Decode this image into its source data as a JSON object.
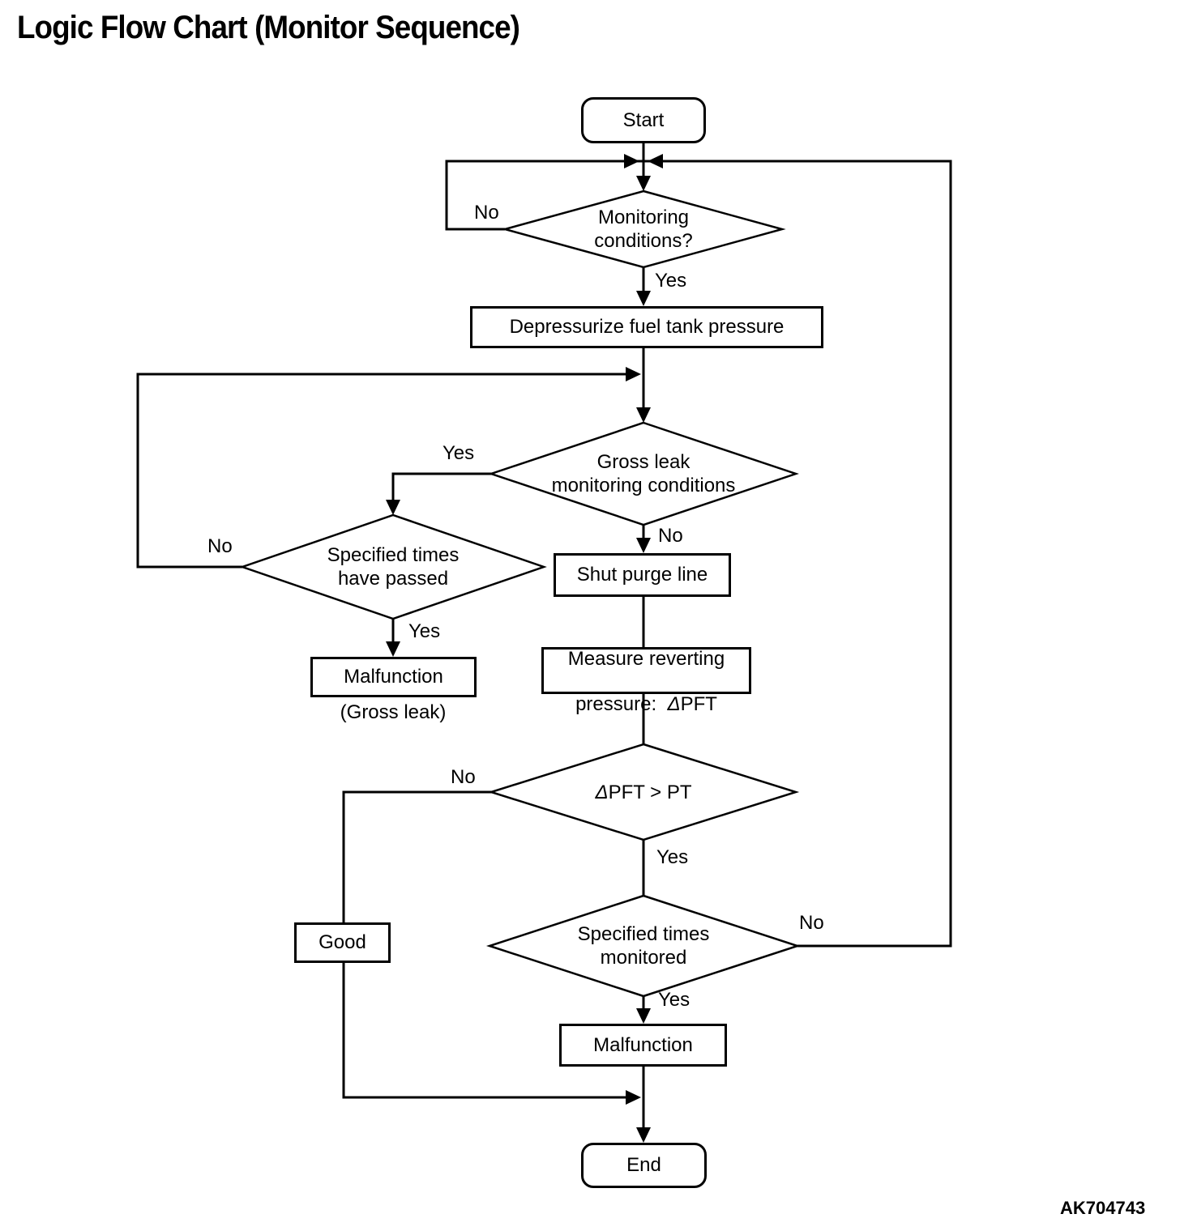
{
  "title": "Logic Flow Chart (Monitor Sequence)",
  "figure_code": "AK704743",
  "colors": {
    "line": "#000000",
    "background": "#ffffff"
  },
  "nodes": {
    "start": {
      "label": "Start"
    },
    "monitoring_conditions": {
      "label": "Monitoring\nconditions?"
    },
    "depressurize": {
      "label": "Depressurize fuel tank pressure"
    },
    "gross_leak_conditions": {
      "label": "Gross leak\nmonitoring conditions"
    },
    "specified_times_passed": {
      "label": "Specified times\nhave passed"
    },
    "malfunction_gross_leak": {
      "label": "Malfunction",
      "caption": "(Gross leak)"
    },
    "shut_purge_line": {
      "label": "Shut purge line"
    },
    "measure_pressure": {
      "line1": "Measure reverting",
      "line2_prefix": "pressure:  ",
      "delta": "Δ",
      "line2_suffix": "PFT"
    },
    "pft_check": {
      "delta": "Δ",
      "rest": "PFT > PT"
    },
    "good": {
      "label": "Good"
    },
    "specified_times_monitored": {
      "label": "Specified times\nmonitored"
    },
    "malfunction": {
      "label": "Malfunction"
    },
    "end": {
      "label": "End"
    }
  },
  "edge_labels": {
    "monitoring_no": "No",
    "monitoring_yes": "Yes",
    "gross_leak_yes": "Yes",
    "gross_leak_no": "No",
    "times_passed_no": "No",
    "times_passed_yes": "Yes",
    "pft_no": "No",
    "pft_yes": "Yes",
    "times_monitored_no": "No",
    "times_monitored_yes": "Yes"
  }
}
